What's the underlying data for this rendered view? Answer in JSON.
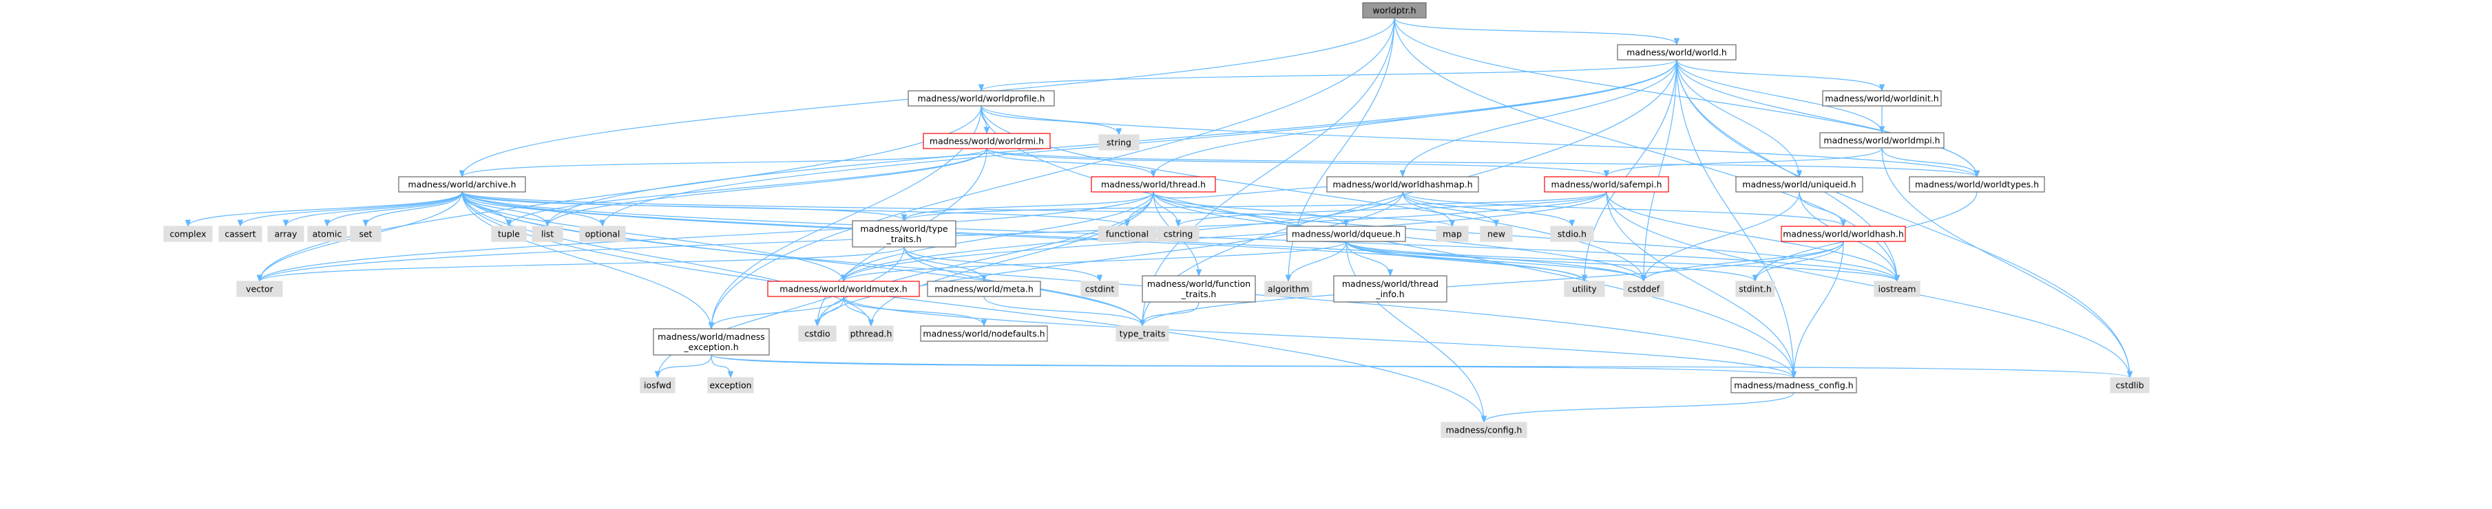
{
  "colors": {
    "edge": "#63b8ff",
    "border": "#666666",
    "highlight_border": "#ff0000",
    "root_fill": "#999999",
    "plain_fill": "#ffffff",
    "system_fill": "#e0e0e0",
    "text": "#000000"
  },
  "graph": {
    "nodes": [
      {
        "id": "worldptr",
        "label": [
          "worldptr.h"
        ],
        "kind": "root"
      },
      {
        "id": "world",
        "label": [
          "madness/world/world.h"
        ],
        "kind": "plain"
      },
      {
        "id": "worldprofile",
        "label": [
          "madness/world/worldprofile.h"
        ],
        "kind": "plain"
      },
      {
        "id": "worldinit",
        "label": [
          "madness/world/worldinit.h"
        ],
        "kind": "plain"
      },
      {
        "id": "string",
        "label": [
          "string"
        ],
        "kind": "system"
      },
      {
        "id": "worldmpi",
        "label": [
          "madness/world/worldmpi.h"
        ],
        "kind": "plain"
      },
      {
        "id": "worldrmi",
        "label": [
          "madness/world/worldrmi.h"
        ],
        "kind": "highlight"
      },
      {
        "id": "thread",
        "label": [
          "madness/world/thread.h"
        ],
        "kind": "highlight"
      },
      {
        "id": "worldhashmap",
        "label": [
          "madness/world/worldhashmap.h"
        ],
        "kind": "plain"
      },
      {
        "id": "safempi",
        "label": [
          "madness/world/safempi.h"
        ],
        "kind": "highlight"
      },
      {
        "id": "uniqueid",
        "label": [
          "madness/world/uniqueid.h"
        ],
        "kind": "plain"
      },
      {
        "id": "worldtypes",
        "label": [
          "madness/world/worldtypes.h"
        ],
        "kind": "plain"
      },
      {
        "id": "archive",
        "label": [
          "madness/world/archive.h"
        ],
        "kind": "plain"
      },
      {
        "id": "typetraits_h",
        "label": [
          "madness/world/type",
          "_traits.h"
        ],
        "kind": "plain"
      },
      {
        "id": "dqueue",
        "label": [
          "madness/world/dqueue.h"
        ],
        "kind": "plain"
      },
      {
        "id": "worldhash",
        "label": [
          "madness/world/worldhash.h"
        ],
        "kind": "highlight"
      },
      {
        "id": "functional",
        "label": [
          "functional"
        ],
        "kind": "system"
      },
      {
        "id": "cstring",
        "label": [
          "cstring"
        ],
        "kind": "system"
      },
      {
        "id": "map",
        "label": [
          "map"
        ],
        "kind": "system"
      },
      {
        "id": "new",
        "label": [
          "new"
        ],
        "kind": "system"
      },
      {
        "id": "stdio",
        "label": [
          "stdio.h"
        ],
        "kind": "system"
      },
      {
        "id": "complex",
        "label": [
          "complex"
        ],
        "kind": "system"
      },
      {
        "id": "cassert",
        "label": [
          "cassert"
        ],
        "kind": "system"
      },
      {
        "id": "array",
        "label": [
          "array"
        ],
        "kind": "system"
      },
      {
        "id": "atomic",
        "label": [
          "atomic"
        ],
        "kind": "system"
      },
      {
        "id": "set",
        "label": [
          "set"
        ],
        "kind": "system"
      },
      {
        "id": "tuple",
        "label": [
          "tuple"
        ],
        "kind": "system"
      },
      {
        "id": "list",
        "label": [
          "list"
        ],
        "kind": "system"
      },
      {
        "id": "optional",
        "label": [
          "optional"
        ],
        "kind": "system"
      },
      {
        "id": "vector",
        "label": [
          "vector"
        ],
        "kind": "system"
      },
      {
        "id": "worldmutex",
        "label": [
          "madness/world/worldmutex.h"
        ],
        "kind": "highlight"
      },
      {
        "id": "meta",
        "label": [
          "madness/world/meta.h"
        ],
        "kind": "plain"
      },
      {
        "id": "cstdint",
        "label": [
          "cstdint"
        ],
        "kind": "system"
      },
      {
        "id": "functiontraits",
        "label": [
          "madness/world/function",
          "_traits.h"
        ],
        "kind": "plain"
      },
      {
        "id": "algorithm",
        "label": [
          "algorithm"
        ],
        "kind": "system"
      },
      {
        "id": "threadinfo",
        "label": [
          "madness/world/thread",
          "_info.h"
        ],
        "kind": "plain"
      },
      {
        "id": "utility",
        "label": [
          "utility"
        ],
        "kind": "system"
      },
      {
        "id": "cstddef",
        "label": [
          "cstddef"
        ],
        "kind": "system"
      },
      {
        "id": "stdint",
        "label": [
          "stdint.h"
        ],
        "kind": "system"
      },
      {
        "id": "iostream",
        "label": [
          "iostream"
        ],
        "kind": "system"
      },
      {
        "id": "madexc",
        "label": [
          "madness/world/madness",
          "_exception.h"
        ],
        "kind": "plain"
      },
      {
        "id": "cstdio",
        "label": [
          "cstdio"
        ],
        "kind": "system"
      },
      {
        "id": "pthread",
        "label": [
          "pthread.h"
        ],
        "kind": "system"
      },
      {
        "id": "nodefaults",
        "label": [
          "madness/world/nodefaults.h"
        ],
        "kind": "plain"
      },
      {
        "id": "type_traits",
        "label": [
          "type_traits"
        ],
        "kind": "system"
      },
      {
        "id": "iosfwd",
        "label": [
          "iosfwd"
        ],
        "kind": "system"
      },
      {
        "id": "exception",
        "label": [
          "exception"
        ],
        "kind": "system"
      },
      {
        "id": "madconfig",
        "label": [
          "madness/madness_config.h"
        ],
        "kind": "plain"
      },
      {
        "id": "cstdlib",
        "label": [
          "cstdlib"
        ],
        "kind": "system"
      },
      {
        "id": "config",
        "label": [
          "madness/config.h"
        ],
        "kind": "system"
      }
    ],
    "edges": [
      [
        "worldptr",
        "world"
      ],
      [
        "worldptr",
        "archive"
      ],
      [
        "worldptr",
        "madexc"
      ],
      [
        "worldptr",
        "algorithm"
      ],
      [
        "worldptr",
        "iostream"
      ],
      [
        "worldptr",
        "type_traits"
      ],
      [
        "worldptr",
        "worldtypes"
      ],
      [
        "world",
        "worldprofile"
      ],
      [
        "world",
        "worldinit"
      ],
      [
        "world",
        "worldmpi"
      ],
      [
        "world",
        "thread"
      ],
      [
        "world",
        "worldhashmap"
      ],
      [
        "world",
        "uniqueid"
      ],
      [
        "world",
        "worldtypes"
      ],
      [
        "world",
        "list"
      ],
      [
        "world",
        "optional"
      ],
      [
        "world",
        "cstddef"
      ],
      [
        "world",
        "utility"
      ],
      [
        "world",
        "iostream"
      ],
      [
        "world",
        "madconfig"
      ],
      [
        "world",
        "type_traits"
      ],
      [
        "world",
        "cstdlib"
      ],
      [
        "worldprofile",
        "string"
      ],
      [
        "worldprofile",
        "worldrmi"
      ],
      [
        "worldprofile",
        "vector"
      ],
      [
        "worldprofile",
        "madexc"
      ],
      [
        "worldprofile",
        "worldtypes"
      ],
      [
        "worldprofile",
        "madconfig"
      ],
      [
        "worldprofile",
        "cstddef"
      ],
      [
        "worldinit",
        "worldmpi"
      ],
      [
        "worldmpi",
        "safempi"
      ],
      [
        "worldmpi",
        "worldtypes"
      ],
      [
        "worldmpi",
        "cstdlib"
      ],
      [
        "worldrmi",
        "archive"
      ],
      [
        "worldrmi",
        "thread"
      ],
      [
        "worldrmi",
        "safempi"
      ],
      [
        "worldrmi",
        "list"
      ],
      [
        "worldrmi",
        "tuple"
      ],
      [
        "worldrmi",
        "cstdio"
      ],
      [
        "worldrmi",
        "worldtypes"
      ],
      [
        "thread",
        "typetraits_h"
      ],
      [
        "thread",
        "dqueue"
      ],
      [
        "thread",
        "functional"
      ],
      [
        "thread",
        "cstring"
      ],
      [
        "thread",
        "worldhashmap"
      ],
      [
        "thread",
        "worldmutex"
      ],
      [
        "thread",
        "functiontraits"
      ],
      [
        "thread",
        "cstddef"
      ],
      [
        "thread",
        "iostream"
      ],
      [
        "thread",
        "vector"
      ],
      [
        "thread",
        "pthread"
      ],
      [
        "thread",
        "cstdio"
      ],
      [
        "worldhashmap",
        "map"
      ],
      [
        "worldhashmap",
        "new"
      ],
      [
        "worldhashmap",
        "stdio"
      ],
      [
        "worldhashmap",
        "worldmutex"
      ],
      [
        "worldhashmap",
        "worldhash"
      ],
      [
        "worldhashmap",
        "cstdio"
      ],
      [
        "safempi",
        "worldmutex"
      ],
      [
        "safempi",
        "typetraits_h"
      ],
      [
        "safempi",
        "cstring"
      ],
      [
        "safempi",
        "iostream"
      ],
      [
        "safempi",
        "madconfig"
      ],
      [
        "safempi",
        "cstdlib"
      ],
      [
        "safempi",
        "vector"
      ],
      [
        "uniqueid",
        "worldhash"
      ],
      [
        "uniqueid",
        "cstddef"
      ],
      [
        "uniqueid",
        "iostream"
      ],
      [
        "worldtypes",
        "stdint"
      ],
      [
        "archive",
        "complex"
      ],
      [
        "archive",
        "cassert"
      ],
      [
        "archive",
        "array"
      ],
      [
        "archive",
        "atomic"
      ],
      [
        "archive",
        "set"
      ],
      [
        "archive",
        "tuple"
      ],
      [
        "archive",
        "list"
      ],
      [
        "archive",
        "optional"
      ],
      [
        "archive",
        "vector"
      ],
      [
        "archive",
        "typetraits_h"
      ],
      [
        "archive",
        "worldmutex"
      ],
      [
        "archive",
        "madexc"
      ],
      [
        "archive",
        "madconfig"
      ],
      [
        "archive",
        "config"
      ],
      [
        "archive",
        "utility"
      ],
      [
        "archive",
        "cstddef"
      ],
      [
        "archive",
        "type_traits"
      ],
      [
        "archive",
        "iostream"
      ],
      [
        "archive",
        "pthread"
      ],
      [
        "archive",
        "functional"
      ],
      [
        "archive",
        "map"
      ],
      [
        "typetraits_h",
        "meta"
      ],
      [
        "typetraits_h",
        "cstdint"
      ],
      [
        "typetraits_h",
        "type_traits"
      ],
      [
        "typetraits_h",
        "iosfwd"
      ],
      [
        "typetraits_h",
        "vector"
      ],
      [
        "dqueue",
        "worldmutex"
      ],
      [
        "dqueue",
        "algorithm"
      ],
      [
        "dqueue",
        "threadinfo"
      ],
      [
        "dqueue",
        "utility"
      ],
      [
        "dqueue",
        "cstddef"
      ],
      [
        "dqueue",
        "stdint"
      ],
      [
        "dqueue",
        "iostream"
      ],
      [
        "dqueue",
        "config"
      ],
      [
        "worldhash",
        "stdint"
      ],
      [
        "worldhash",
        "cstddef"
      ],
      [
        "worldhash",
        "madconfig"
      ],
      [
        "worldhash",
        "type_traits"
      ],
      [
        "worldmutex",
        "madexc"
      ],
      [
        "worldmutex",
        "cstdio"
      ],
      [
        "worldmutex",
        "pthread"
      ],
      [
        "worldmutex",
        "nodefaults"
      ],
      [
        "worldmutex",
        "madconfig"
      ],
      [
        "meta",
        "type_traits"
      ],
      [
        "functiontraits",
        "type_traits"
      ],
      [
        "madexc",
        "iosfwd"
      ],
      [
        "madexc",
        "exception"
      ],
      [
        "madexc",
        "madconfig"
      ],
      [
        "madexc",
        "cstdlib"
      ],
      [
        "madconfig",
        "config"
      ]
    ]
  }
}
